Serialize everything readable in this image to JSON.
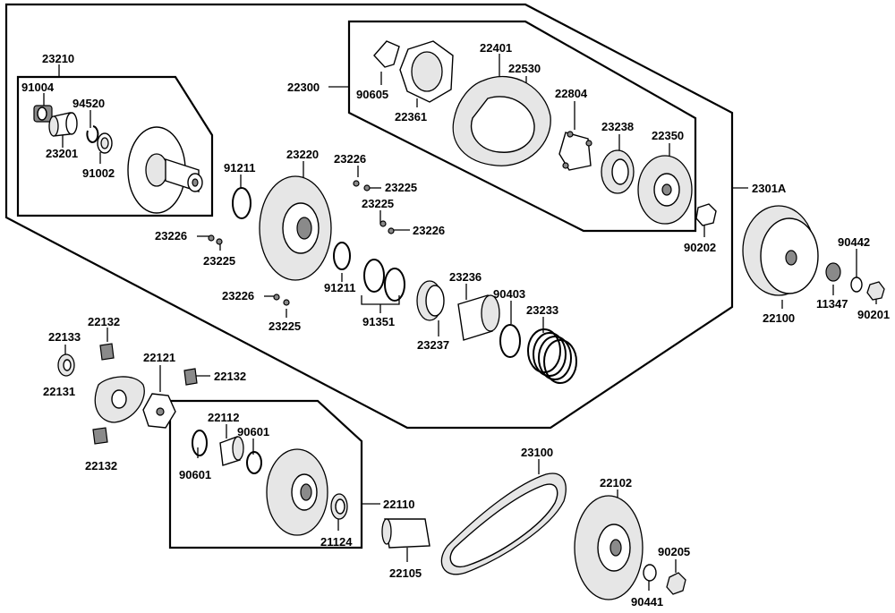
{
  "labels": {
    "p23210": "23210",
    "p91004": "91004",
    "p94520": "94520",
    "p23201": "23201",
    "p91002": "91002",
    "p22300": "22300",
    "p90605": "90605",
    "p22361": "22361",
    "p22401": "22401",
    "p22530": "22530",
    "p22804": "22804",
    "p23238": "23238",
    "p22350": "22350",
    "p2301A": "2301A",
    "p91211a": "91211",
    "p23220": "23220",
    "p23226a": "23226",
    "p23225a": "23225",
    "p23225b": "23225",
    "p23226b": "23226",
    "p23226c": "23226",
    "p23225c": "23225",
    "p91211b": "91211",
    "p23226d": "23226",
    "p23225d": "23225",
    "p91351": "91351",
    "p23236": "23236",
    "p90403": "90403",
    "p23233": "23233",
    "p23237": "23237",
    "p90202": "90202",
    "p90442": "90442",
    "p22100": "22100",
    "p11347": "11347",
    "p90201": "90201",
    "p22132a": "22132",
    "p22133": "22133",
    "p22121": "22121",
    "p22132b": "22132",
    "p22131": "22131",
    "p22132c": "22132",
    "p22112": "22112",
    "p90601a": "90601",
    "p90601b": "90601",
    "p22110": "22110",
    "p21124": "21124",
    "p22105": "22105",
    "p23100": "23100",
    "p22102": "22102",
    "p90205": "90205",
    "p90441": "90441"
  }
}
